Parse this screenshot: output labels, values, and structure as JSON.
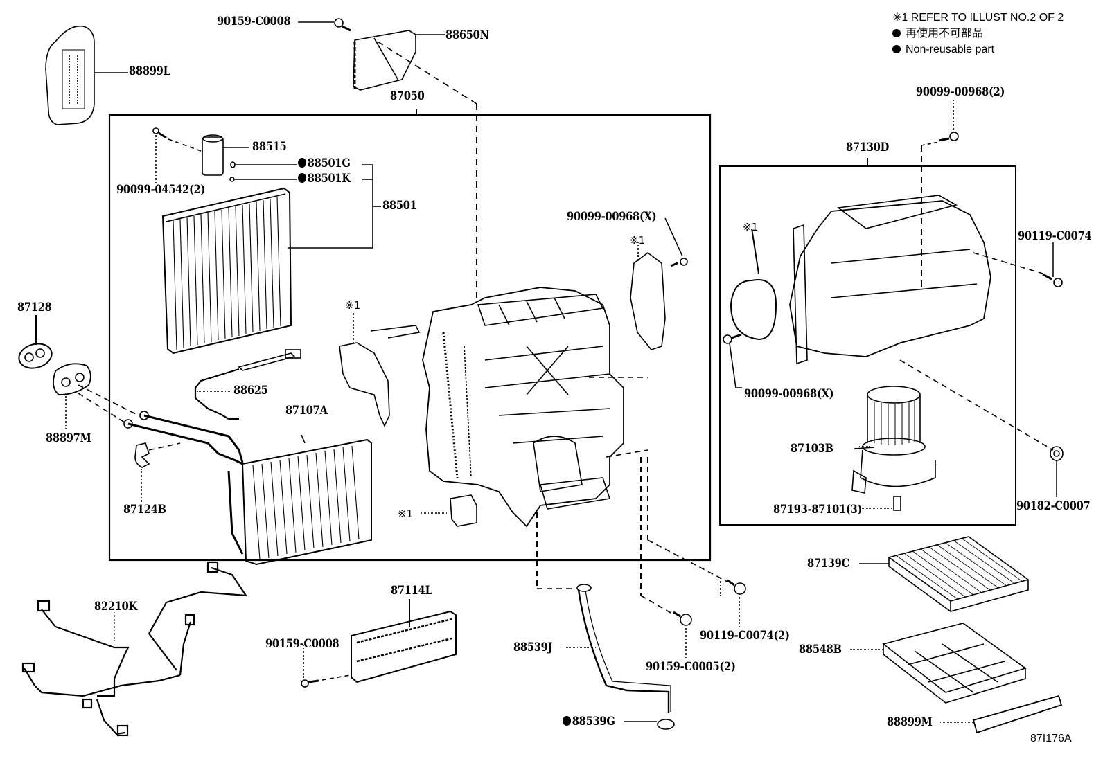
{
  "legend": {
    "refer_note": "※1 REFER TO ILLUST NO.2 OF 2",
    "non_reusable_jp": "再使用不可部品",
    "non_reusable_en": "Non-reusable part"
  },
  "illustration_code": "87I176A",
  "ref_marker": "※1",
  "assembly_boxes": {
    "main": "87050",
    "blower": "87130D"
  },
  "parts": {
    "p88899L": {
      "number": "88899L",
      "non_reusable": false
    },
    "p90159C0008_top": {
      "number": "90159-C0008",
      "non_reusable": false
    },
    "p88650N": {
      "number": "88650N",
      "non_reusable": false
    },
    "p88515": {
      "number": "88515",
      "non_reusable": false
    },
    "p88501G": {
      "number": "88501G",
      "non_reusable": true
    },
    "p88501K": {
      "number": "88501K",
      "non_reusable": true
    },
    "p88501": {
      "number": "88501",
      "non_reusable": false
    },
    "p9009904542": {
      "number": "90099-04542(2)",
      "non_reusable": false
    },
    "p90099_00968X_mid": {
      "number": "90099-00968(X)",
      "non_reusable": false
    },
    "p87128": {
      "number": "87128",
      "non_reusable": false
    },
    "p88897M": {
      "number": "88897M",
      "non_reusable": false
    },
    "p88625": {
      "number": "88625",
      "non_reusable": false
    },
    "p87107A": {
      "number": "87107A",
      "non_reusable": false
    },
    "p87124B": {
      "number": "87124B",
      "non_reusable": false
    },
    "p90099_00968_2": {
      "number": "90099-00968(2)",
      "non_reusable": false
    },
    "p90119C0074": {
      "number": "90119-C0074",
      "non_reusable": false
    },
    "p90099_00968X_right": {
      "number": "90099-00968(X)",
      "non_reusable": false
    },
    "p87103B": {
      "number": "87103B",
      "non_reusable": false
    },
    "p87193_87101": {
      "number": "87193-87101(3)",
      "non_reusable": false
    },
    "p90182C0007": {
      "number": "90182-C0007",
      "non_reusable": false
    },
    "p82210K": {
      "number": "82210K",
      "non_reusable": false
    },
    "p87114L": {
      "number": "87114L",
      "non_reusable": false
    },
    "p90159C0008_bottom": {
      "number": "90159-C0008",
      "non_reusable": false
    },
    "p88539J": {
      "number": "88539J",
      "non_reusable": false
    },
    "p88539G": {
      "number": "88539G",
      "non_reusable": true
    },
    "p90159C0005": {
      "number": "90159-C0005(2)",
      "non_reusable": false
    },
    "p90119C0074_2": {
      "number": "90119-C0074(2)",
      "non_reusable": false
    },
    "p87139C": {
      "number": "87139C",
      "non_reusable": false
    },
    "p88548B": {
      "number": "88548B",
      "non_reusable": false
    },
    "p88899M": {
      "number": "88899M",
      "non_reusable": false
    }
  }
}
